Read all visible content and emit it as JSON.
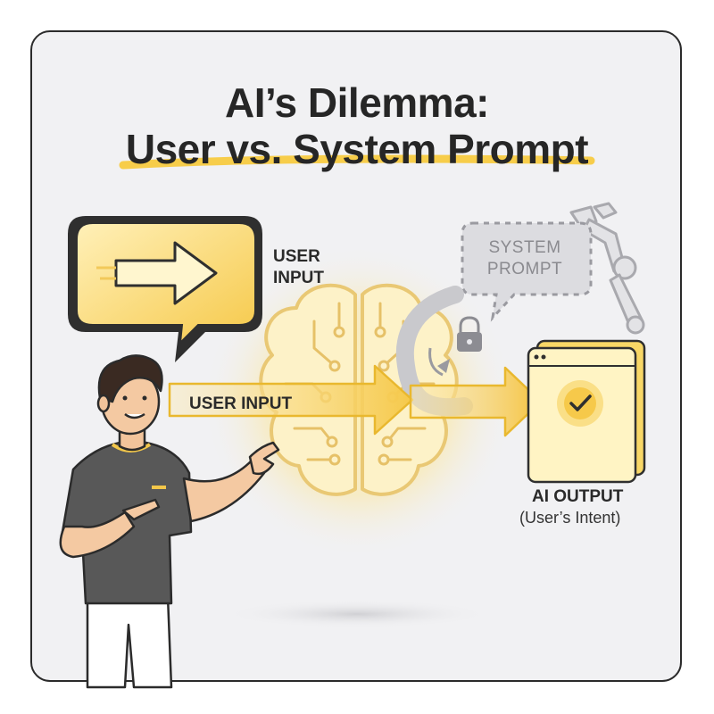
{
  "title": {
    "line1": "AI’s Dilemma:",
    "line2": "User vs. System Prompt"
  },
  "labels": {
    "user_input_bubble": "USER INPUT",
    "user_input_arrow": "USER INPUT",
    "system_prompt": "SYSTEM PROMPT",
    "ai_output": "AI OUTPUT",
    "ai_output_sub": "(User’s Intent)"
  },
  "colors": {
    "accent_yellow": "#f7cd4a",
    "soft_yellow": "#fbe6a0",
    "outline": "#2b2b2b",
    "system_gray": "#d6d6da",
    "shirt": "#585858",
    "background": "#f1f1f3"
  },
  "icons": [
    "speech-bubble-icon",
    "arrow-right-icon",
    "brain-icon",
    "robot-arm-icon",
    "lock-icon",
    "checkmark-icon",
    "browser-window-icon"
  ]
}
